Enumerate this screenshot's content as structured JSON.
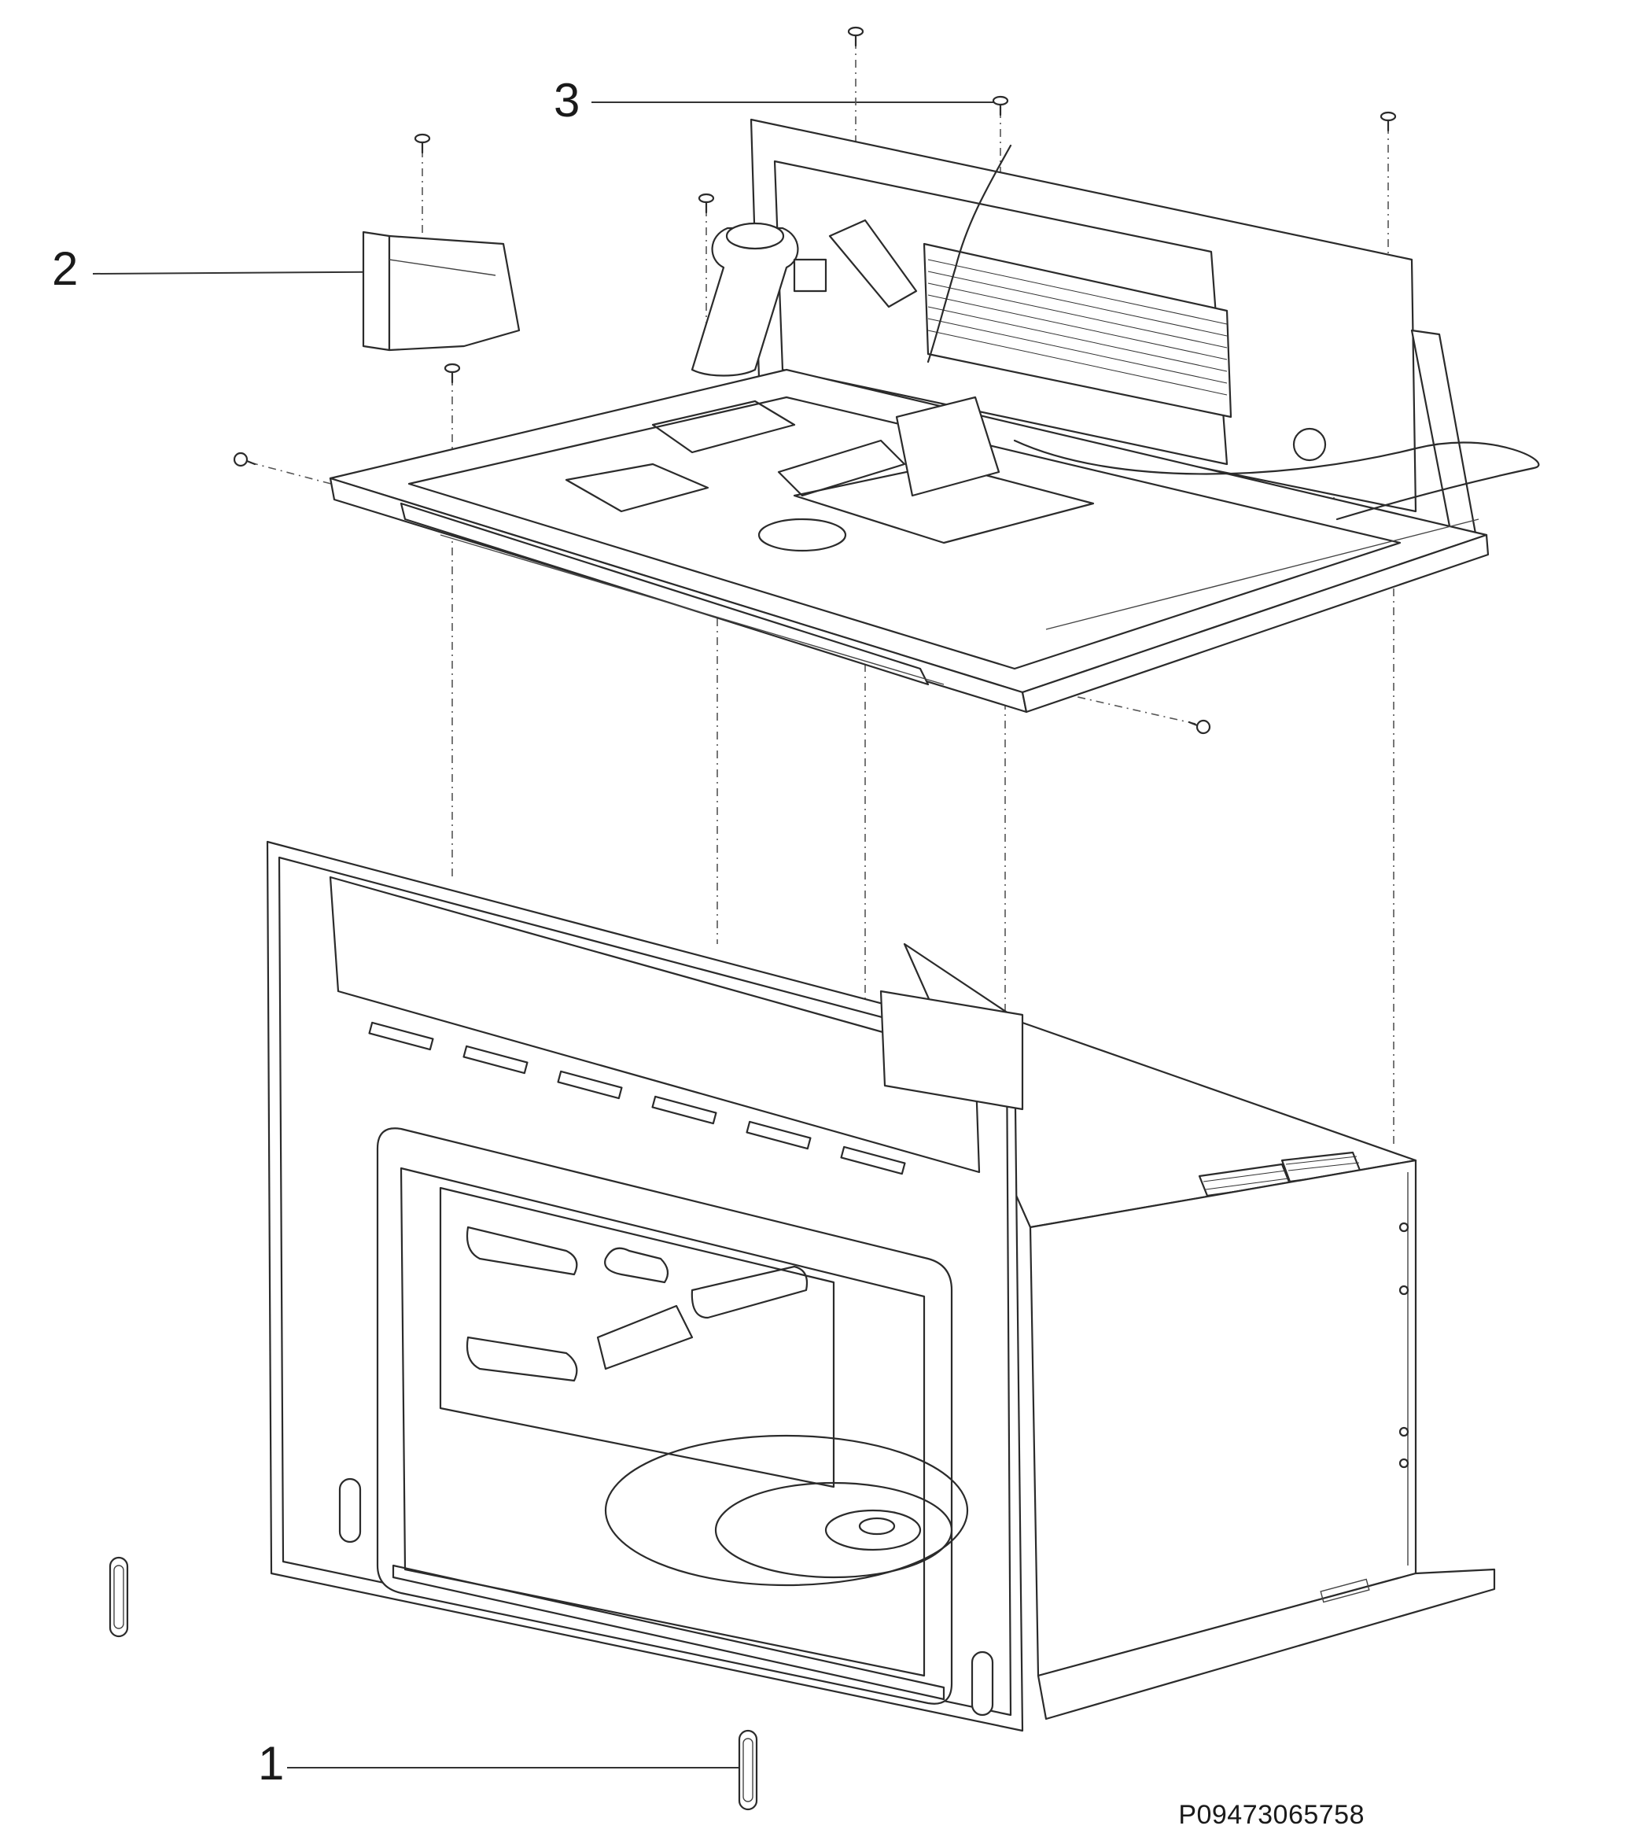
{
  "callouts": [
    {
      "label": "1"
    },
    {
      "label": "2"
    },
    {
      "label": "3"
    }
  ],
  "drawing_code": "P09473065758"
}
